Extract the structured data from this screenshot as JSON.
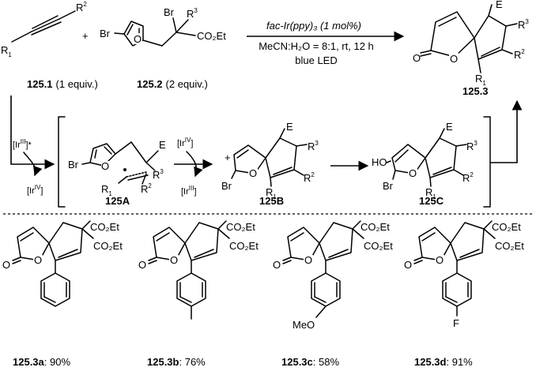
{
  "top_reaction": {
    "reagent": "fac-Ir(ppy)₃ (1 mol%)",
    "solvent": "MeCN:H₂O = 8:1, rt, 12 h",
    "light": "blue LED",
    "reactant1": {
      "id": "125.1",
      "equiv": "(1 equiv.)"
    },
    "reactant2": {
      "id": "125.2",
      "equiv": "(2 equiv.)"
    },
    "product": {
      "id": "125.3"
    },
    "plus": "+"
  },
  "atoms": {
    "r1": "R",
    "r1_sup": "1",
    "r2": "R",
    "r2_sup": "2",
    "r3": "R",
    "r3_sup": "3",
    "br": "Br",
    "o": "O",
    "e": "E",
    "co2et": "CO₂Et",
    "ho": "HO",
    "meo": "MeO",
    "f": "F"
  },
  "mechanism": {
    "cat_excited": "[Ir",
    "cat_excited_sup": "III",
    "cat_excited_star": "]*",
    "cat_ox": "[Ir",
    "cat_ox_sup": "IV",
    "cat_close": "]",
    "cat_red": "[Ir",
    "cat_red_sup": "III",
    "int_a": "125A",
    "int_b": "125B",
    "int_c": "125C",
    "plus_charge": "+"
  },
  "examples": [
    {
      "id": "125.3a",
      "yield": ": 90%",
      "substituent": ""
    },
    {
      "id": "125.3b",
      "yield": ": 76%",
      "substituent": ""
    },
    {
      "id": "125.3c",
      "yield": ": 58%",
      "substituent": "MeO"
    },
    {
      "id": "125.3d",
      "yield": ": 91%",
      "substituent": "F"
    }
  ]
}
